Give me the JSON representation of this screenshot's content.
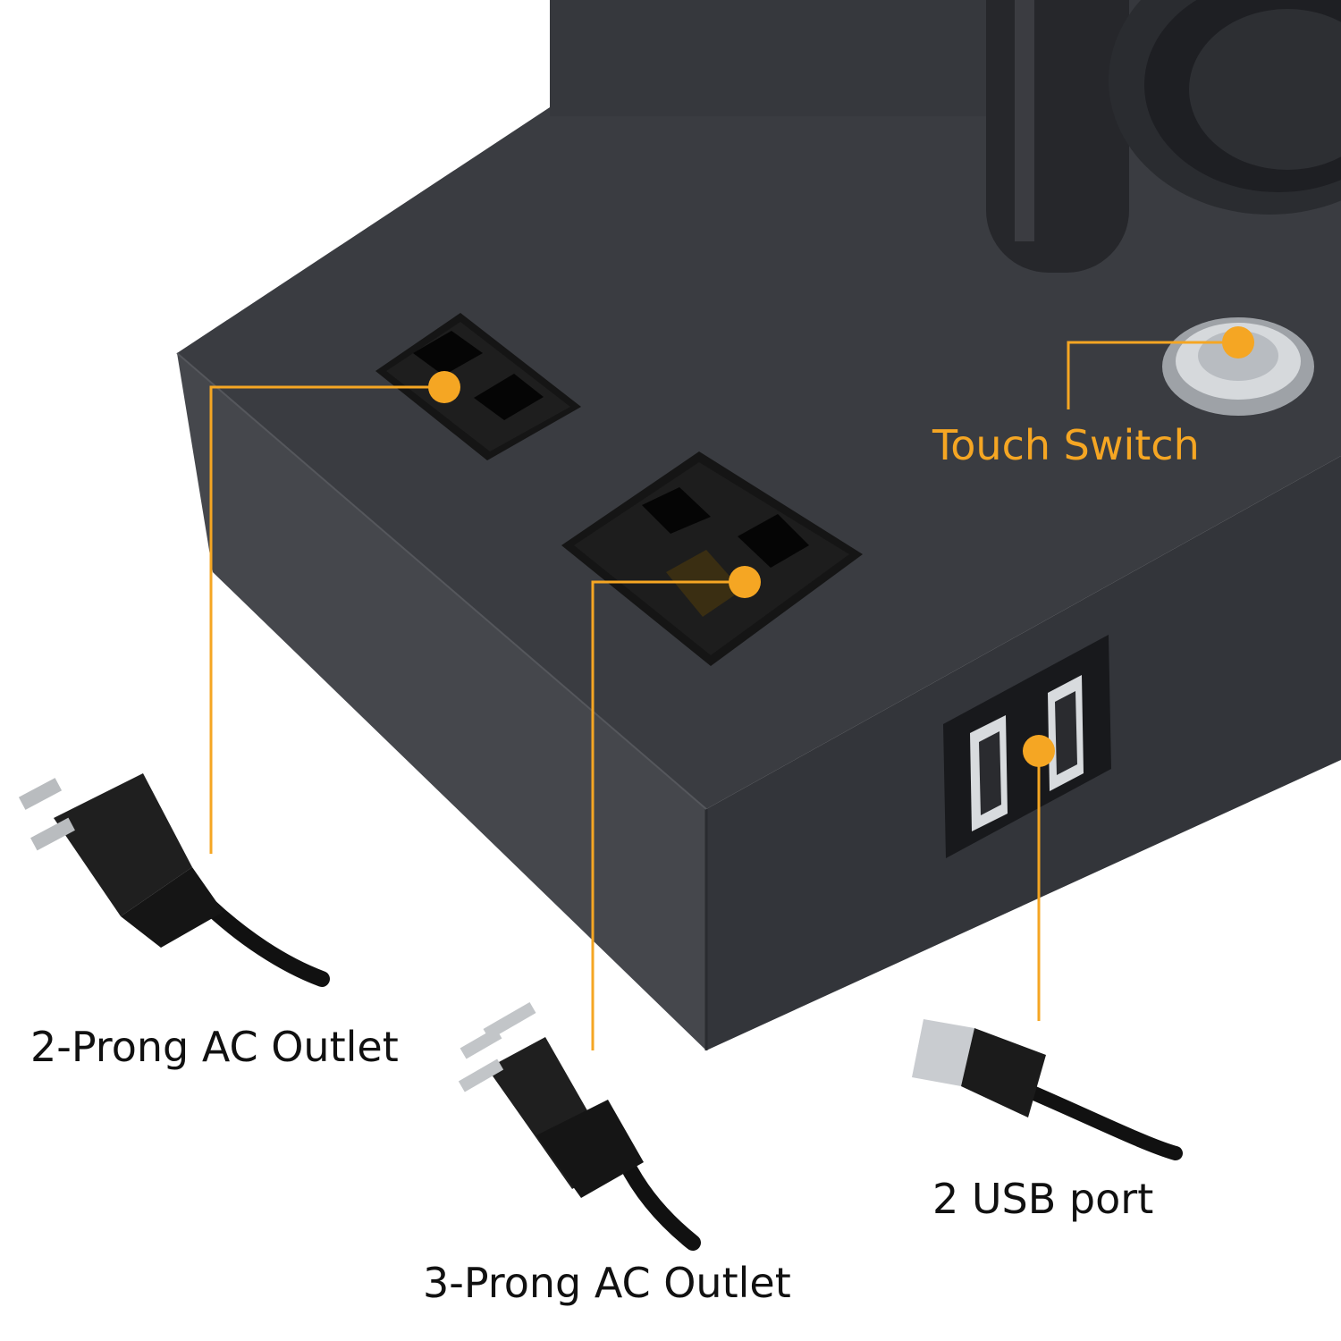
{
  "labels": {
    "two_prong": "2-Prong AC Outlet",
    "three_prong": "3-Prong AC Outlet",
    "usb": "2 USB port",
    "touch_switch": "Touch Switch"
  },
  "colors": {
    "accent": "#F5A623",
    "base_top": "#3a3c41",
    "base_front": "#45474c",
    "base_side": "#2f3136",
    "outlet": "#151515",
    "text_dark": "#111111"
  },
  "icons": [
    "two-prong-plug-icon",
    "three-prong-plug-icon",
    "usb-plug-icon",
    "touch-switch-icon"
  ]
}
